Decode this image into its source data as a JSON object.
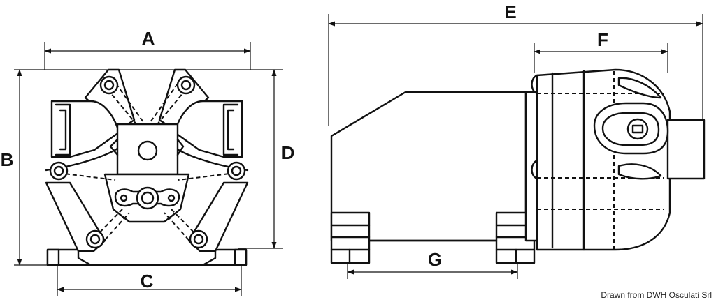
{
  "dimension_labels": {
    "a": "A",
    "b": "B",
    "c": "C",
    "d": "D",
    "e": "E",
    "f": "F",
    "g": "G"
  },
  "credit": "Drawn from DWH Osculati Srl"
}
